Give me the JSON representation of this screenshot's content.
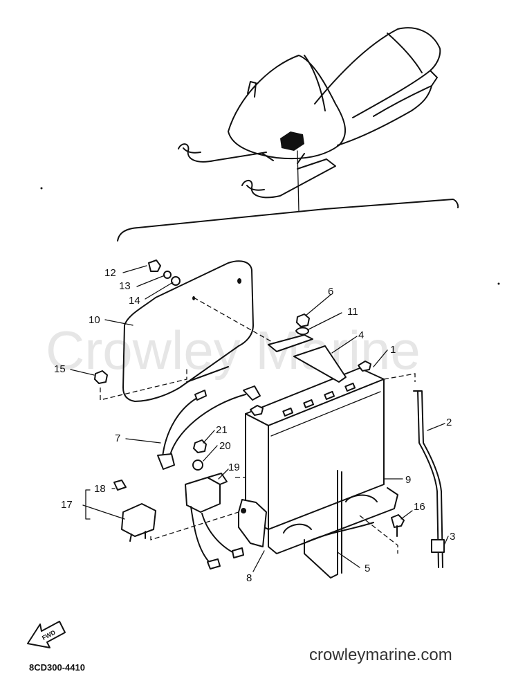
{
  "watermark": "Crowley Marine",
  "website": "crowleymarine.com",
  "drawing_code": "8CD300-4410",
  "fwd_label": "FWD",
  "callouts": [
    "1",
    "2",
    "3",
    "4",
    "5",
    "6",
    "7",
    "8",
    "9",
    "10",
    "11",
    "12",
    "13",
    "14",
    "15",
    "16",
    "17",
    "18",
    "19",
    "20",
    "21"
  ]
}
